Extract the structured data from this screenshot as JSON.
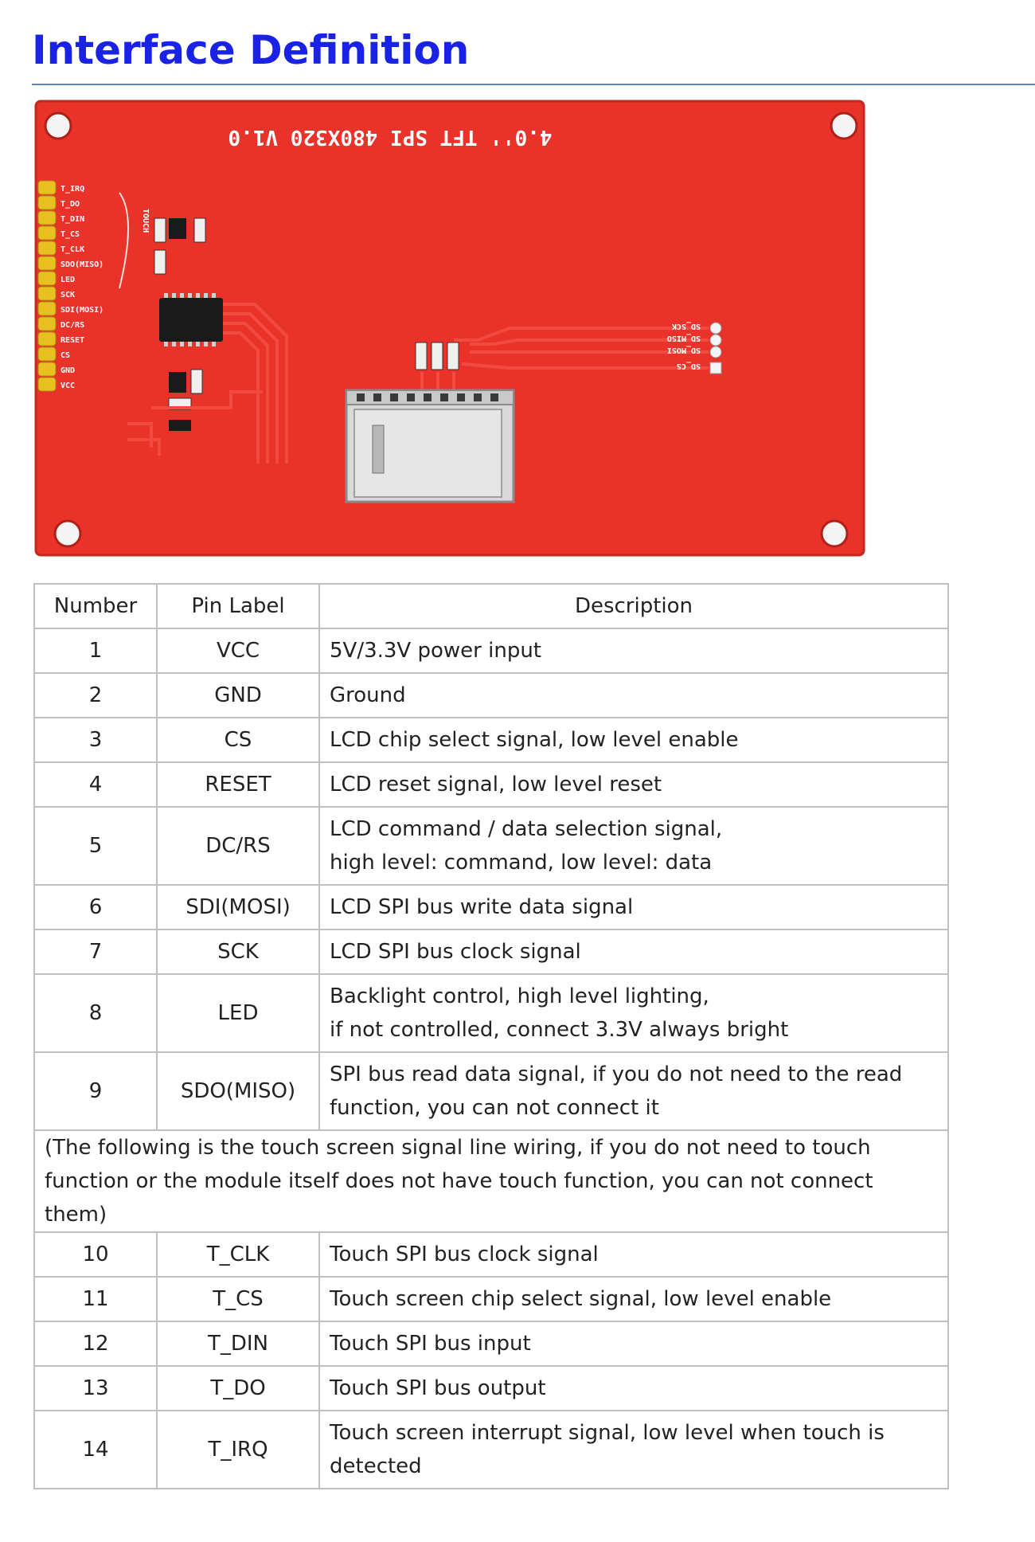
{
  "page": {
    "title": "Interface Definition"
  },
  "board": {
    "silkscreen_title": "4.0'' TFT SPI 480X320 V1.0",
    "header_pin_labels": [
      "T_IRQ",
      "T_DO",
      "T_DIN",
      "T_CS",
      "T_CLK",
      "SDO(MISO)",
      "LED",
      "SCK",
      "SDI(MOSI)",
      "DC/RS",
      "RESET",
      "CS",
      "GND",
      "VCC"
    ],
    "touch_label": "TOUCH",
    "sd_pin_labels": [
      "SD_SCK",
      "SD_MISO",
      "SD_MOSI",
      "SD_CS"
    ],
    "colors": {
      "pcb": "#e8322a",
      "header": "#e8c020",
      "title": "#1a22e6"
    }
  },
  "table": {
    "headers": [
      "Number",
      "Pin Label",
      "Description"
    ],
    "rows": [
      {
        "number": "1",
        "label": "VCC",
        "desc": [
          "5V/3.3V power input"
        ]
      },
      {
        "number": "2",
        "label": "GND",
        "desc": [
          "Ground"
        ]
      },
      {
        "number": "3",
        "label": "CS",
        "desc": [
          "LCD chip select signal, low level enable"
        ]
      },
      {
        "number": "4",
        "label": "RESET",
        "desc": [
          "LCD reset signal, low level reset"
        ]
      },
      {
        "number": "5",
        "label": "DC/RS",
        "desc": [
          "LCD command / data selection signal,",
          "high level: command, low level: data"
        ]
      },
      {
        "number": "6",
        "label": "SDI(MOSI)",
        "desc": [
          "LCD SPI bus write data signal"
        ]
      },
      {
        "number": "7",
        "label": "SCK",
        "desc": [
          "LCD SPI bus clock signal"
        ]
      },
      {
        "number": "8",
        "label": "LED",
        "desc": [
          "Backlight control, high level lighting,",
          "if not controlled, connect 3.3V always bright"
        ]
      },
      {
        "number": "9",
        "label": "SDO(MISO)",
        "desc": [
          "SPI bus read data signal, if you do not need to the read",
          "function, you can not connect it"
        ]
      }
    ],
    "note": [
      "(The following is the touch screen signal line wiring, if you do not need to touch",
      "function or the module itself does not have touch function, you can not connect them)"
    ],
    "touch_rows": [
      {
        "number": "10",
        "label": "T_CLK",
        "desc": [
          "Touch SPI bus clock signal"
        ]
      },
      {
        "number": "11",
        "label": "T_CS",
        "desc": [
          "Touch screen chip select signal, low level enable"
        ]
      },
      {
        "number": "12",
        "label": "T_DIN",
        "desc": [
          "Touch SPI bus input"
        ]
      },
      {
        "number": "13",
        "label": "T_DO",
        "desc": [
          "Touch SPI bus output"
        ]
      },
      {
        "number": "14",
        "label": "T_IRQ",
        "desc": [
          "Touch screen interrupt signal, low level when touch is",
          "detected"
        ]
      }
    ]
  }
}
